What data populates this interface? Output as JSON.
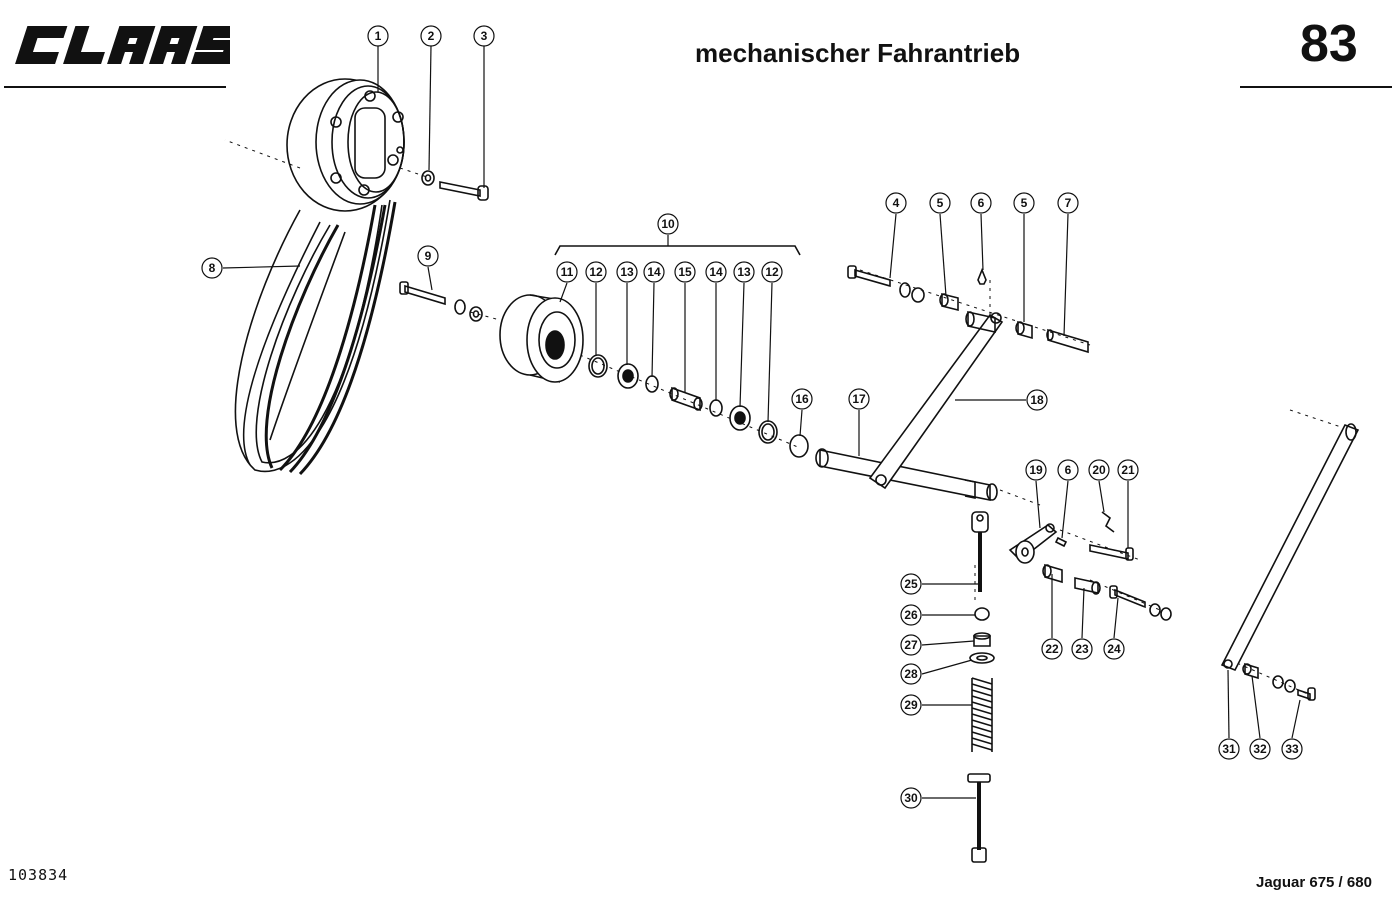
{
  "header": {
    "brand": "CLAAS",
    "title": "mechanischer Fahrantrieb",
    "page_number": "83"
  },
  "footer": {
    "document_number": "103834",
    "model": "Jaguar 675 / 680"
  },
  "callouts": [
    "1",
    "2",
    "3",
    "4",
    "5",
    "6",
    "5",
    "7",
    "8",
    "9",
    "10",
    "11",
    "12",
    "13",
    "14",
    "15",
    "14",
    "13",
    "12",
    "16",
    "17",
    "18",
    "19",
    "6",
    "20",
    "21",
    "22",
    "23",
    "24",
    "25",
    "26",
    "27",
    "28",
    "29",
    "30",
    "31",
    "32",
    "33"
  ]
}
